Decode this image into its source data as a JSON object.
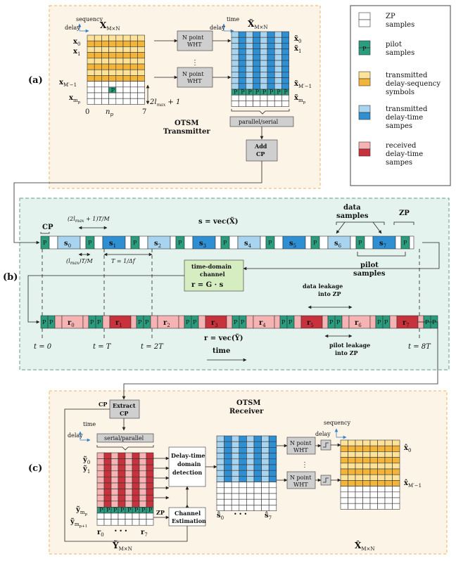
{
  "colors": {
    "zp": "#ffffff",
    "pilot": "#2a9d7f",
    "ds_light": "#fde39a",
    "ds_dark": "#f3b43a",
    "tx_light": "#a9d4f0",
    "tx_dark": "#2f8fd3",
    "rx_light": "#f6b3b3",
    "rx_dark": "#c8323c",
    "panel_a": "#fdf4e8",
    "panel_b": "#e5f3ee",
    "box_gray": "#cfcfcf",
    "channel_green": "#d6ecc1"
  },
  "panel_labels": {
    "a": "(a)",
    "b": "(b)",
    "c": "(c)"
  },
  "legend": {
    "items": [
      {
        "name": "zp",
        "label1": "ZP",
        "label2": "samples",
        "label3": ""
      },
      {
        "name": "pilot",
        "label1": "pilot",
        "label2": "samples",
        "label3": "",
        "symbol": "P"
      },
      {
        "name": "ds",
        "label1": "transmitted",
        "label2": "delay-sequency",
        "label3": "symbols"
      },
      {
        "name": "tx",
        "label1": "transmitted",
        "label2": "delay-time",
        "label3": "sampes"
      },
      {
        "name": "rx",
        "label1": "received",
        "label2": "delay-time",
        "label3": "sampes"
      }
    ]
  },
  "transmitter": {
    "title1": "OTSM",
    "title2": "Transmitter",
    "axis_sequency": "sequency",
    "axis_delay": "delay",
    "axis_time": "time",
    "matrix_x": "X",
    "matrix_x_sub": "M×N",
    "matrix_xt": "X̃",
    "row_x0": "x",
    "row_x0_sub": "0",
    "row_x1": "x",
    "row_x1_sub": "1",
    "row_xm": "x",
    "row_xm_sub": "M′−1",
    "row_xp": "x",
    "row_xp_sub": "m",
    "row_xp_subsub": "p",
    "col_0": "0",
    "col_np": "n",
    "col_np_sub": "p",
    "col_7": "7",
    "guard": "2l",
    "guard_sub": "max",
    "guard_tail": " + 1",
    "wht_label": "N point",
    "wht_label2": "WHT",
    "ps_label": "parallel/serial",
    "addcp1": "Add",
    "addcp2": "CP",
    "pilot_symbol": "P",
    "dots": "⋮"
  },
  "channel": {
    "cp": "CP",
    "guard_dur": "(2l",
    "guard_dur_sub": "max",
    "guard_dur_tail": " + 1)T/M",
    "lmax": "(l",
    "lmax_sub": "max",
    "lmax_tail": ")T/M",
    "tdur": "T = 1/Δf",
    "svec": "s = vec(X̃)",
    "rvec": "r = vec(Ỹ)",
    "data_samples1": "data",
    "data_samples2": "samples",
    "zp": "ZP",
    "pilot_samples1": "pilot",
    "pilot_samples2": "samples",
    "tdc1": "time-domain",
    "tdc2": "channel",
    "tdc3": "r = G · s",
    "data_leak1": "data leakage",
    "data_leak2": "into ZP",
    "pilot_leak1": "pilot leakage",
    "pilot_leak2": "into ZP",
    "t0": "t = 0",
    "tT": "t = T",
    "t2T": "t = 2T",
    "t8T": "t = 8T",
    "time": "time",
    "s_labels": [
      "s",
      "s",
      "s",
      "s",
      "s",
      "s",
      "s",
      "s"
    ],
    "s_subs": [
      "0",
      "1",
      "2",
      "3",
      "4",
      "5",
      "6",
      "7"
    ],
    "r_labels": [
      "r",
      "r",
      "r",
      "r",
      "r",
      "r",
      "r",
      "r"
    ],
    "r_subs": [
      "0",
      "1",
      "2",
      "3",
      "4",
      "5",
      "6",
      "7"
    ],
    "P": "P"
  },
  "receiver": {
    "title1": "OTSM",
    "title2": "Receiver",
    "extract1": "Extract",
    "extract2": "CP",
    "cp": "CP",
    "axis_time": "time",
    "axis_delay": "delay",
    "axis_sequency": "sequency",
    "sp_label": "serial/parallel",
    "y0": "ỹ",
    "y0_sub": "0",
    "y1": "ỹ",
    "y1_sub": "1",
    "ym": "ỹ",
    "ym_sub": "m",
    "ym_subsub": "p",
    "ym1": "ỹ",
    "ym1_sub": "m",
    "ym1_subsub": "p+1",
    "r0": "r",
    "r0_sub": "0",
    "r7": "r",
    "r7_sub": "7",
    "cdots": "• • •",
    "Y": "Ỹ",
    "Y_sub": "M×N",
    "zp": "ZP",
    "det1": "Delay-time",
    "det2": "domain",
    "det3": "detection",
    "ce1": "Channel",
    "ce2": "Estimation",
    "sh0": "ŝ",
    "sh0_sub": "0",
    "sh7": "ŝ",
    "sh7_sub": "7",
    "wht1": "N point",
    "wht2": "WHT",
    "xh0": "x̂",
    "xh0_sub": "0",
    "xhm": "x̂",
    "xhm_sub": "M′−1",
    "Xh": "X̂",
    "Xh_sub": "M×N",
    "dots": "⋮"
  }
}
